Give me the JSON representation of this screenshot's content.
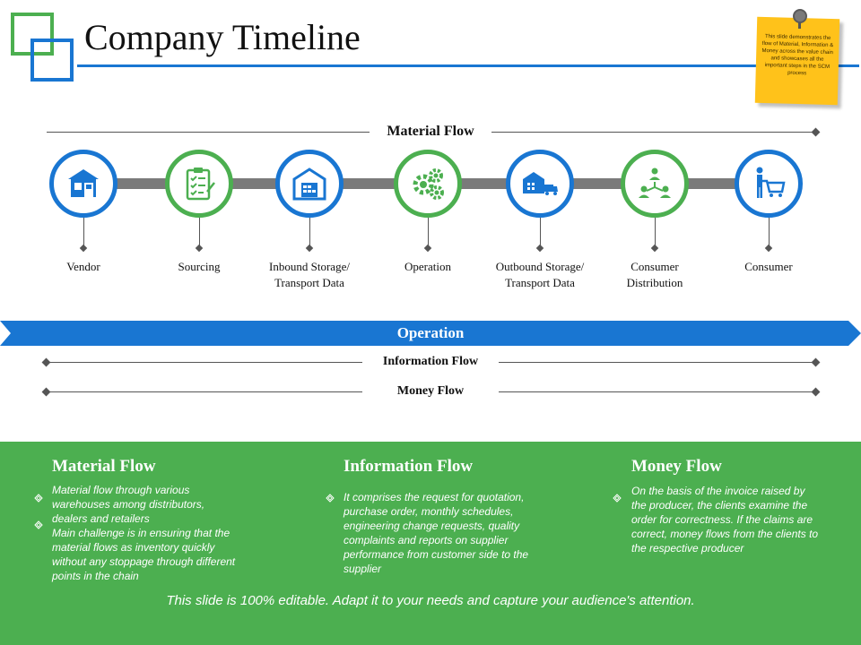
{
  "header": {
    "title": "Company Timeline",
    "sticky_note": "This slide demonstrates the flow of Material, Information & Money across the value chain and showcases all the important steps in the SCM process"
  },
  "flows": {
    "material_flow": "Material Flow",
    "information_flow": "Information  Flow",
    "money_flow": "Money Flow",
    "operation": "Operation"
  },
  "timeline": {
    "nodes": [
      {
        "label": "Vendor",
        "icon": "store-icon",
        "color": "#1976d2"
      },
      {
        "label": "Sourcing",
        "icon": "clipboard-checklist-icon",
        "color": "#4caf50"
      },
      {
        "label": "Inbound Storage/ Transport Data",
        "icon": "warehouse-icon",
        "color": "#1976d2"
      },
      {
        "label": "Operation",
        "icon": "gears-icon",
        "color": "#4caf50"
      },
      {
        "label": "Outbound Storage/ Transport Data",
        "icon": "warehouse-truck-icon",
        "color": "#1976d2"
      },
      {
        "label": "Consumer Distribution",
        "icon": "network-people-icon",
        "color": "#4caf50"
      },
      {
        "label": "Consumer",
        "icon": "shopper-cart-icon",
        "color": "#1976d2"
      }
    ]
  },
  "panel": {
    "material": {
      "title": "Material Flow",
      "bullet1": "Material flow through various warehouses among distributors, dealers and retailers",
      "bullet2": "Main challenge is in ensuring that the material flows as inventory quickly without any stoppage through different points in the chain"
    },
    "information": {
      "title": "Information  Flow",
      "bullet1": "It comprises the request for quotation, purchase order, monthly schedules, engineering change requests, quality complaints and reports on supplier performance from customer side to the supplier"
    },
    "money": {
      "title": "Money Flow",
      "bullet1": "On the basis of the invoice raised by the producer, the clients examine the order for correctness. If the claims are correct, money flows from the clients to the respective producer"
    },
    "footer": "This slide is 100% editable. Adapt it to your needs and capture your audience's attention."
  },
  "colors": {
    "blue": "#1976d2",
    "green": "#4caf50",
    "sticky": "#ffc21a",
    "track": "#7a7a7a"
  }
}
